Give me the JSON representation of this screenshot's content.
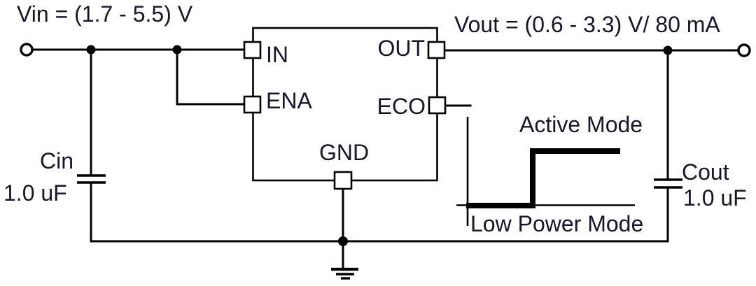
{
  "labels": {
    "vin": "Vin = (1.7 - 5.5) V",
    "vout": "Vout = (0.6 - 3.3) V/ 80 mA"
  },
  "ic_pins": {
    "in": "IN",
    "ena": "ENA",
    "out": "OUT",
    "eco": "ECO",
    "gnd": "GND"
  },
  "capacitors": {
    "cin": {
      "name": "Cin",
      "value": "1.0 uF"
    },
    "cout": {
      "name": "Cout",
      "value": "1.0 uF"
    }
  },
  "waveform": {
    "active": "Active Mode",
    "low_power": "Low Power Mode"
  },
  "colors": {
    "line": "#000000",
    "text": "#16162c",
    "background": "#ffffff"
  }
}
